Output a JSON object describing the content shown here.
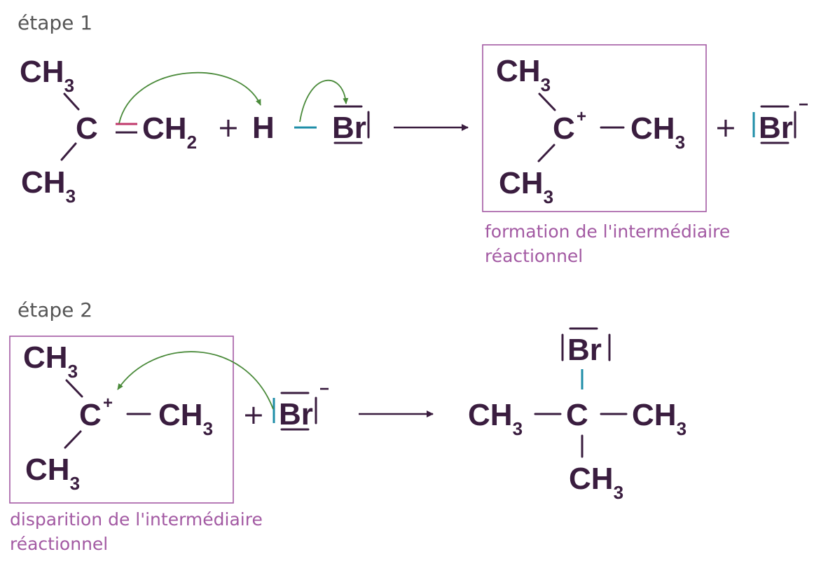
{
  "steps": [
    {
      "label": "étape 1",
      "caption": [
        "formation de l'intermédiaire",
        "réactionnel"
      ]
    },
    {
      "label": "étape 2",
      "caption": [
        "disparition de l'intermédiaire",
        "réactionnel"
      ]
    }
  ],
  "symbols": {
    "ch": "CH",
    "c": "C",
    "h": "H",
    "br": "Br",
    "sub2": "2",
    "sub3": "3",
    "plus": "+",
    "minus": "−"
  },
  "colors": {
    "text": "#3a1d3f",
    "label": "#555555",
    "caption": "#a35aa3",
    "box": "#a35aa3",
    "double_bond": "#c0396b",
    "hbr_bond": "#1f8ea8",
    "arrow": "#4a8a3a"
  },
  "icons": [
    "curly-arrow",
    "reaction-arrow",
    "lone-pair-bar"
  ]
}
